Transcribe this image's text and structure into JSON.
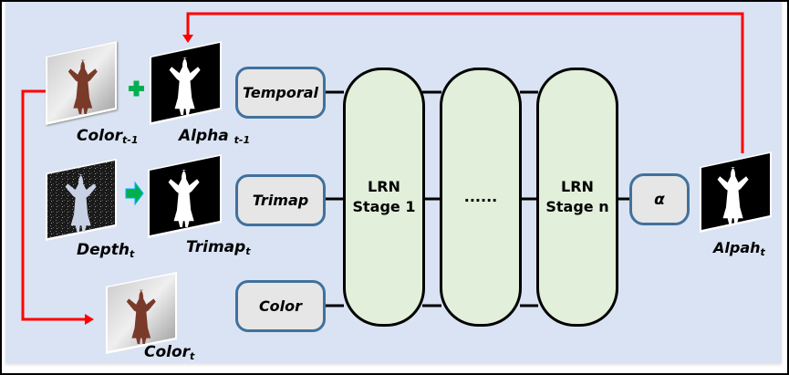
{
  "inputs": {
    "color_prev": {
      "label": "Color",
      "sub": "t-1",
      "icon": "photo-color-frame"
    },
    "alpha_prev": {
      "label": "Alpha ",
      "sub": "t-1",
      "icon": "alpha-matte-frame"
    },
    "depth": {
      "label": "Depth",
      "sub": "t",
      "icon": "depth-frame"
    },
    "trimap": {
      "label": "Trimap",
      "sub": "t",
      "icon": "trimap-frame"
    },
    "color_cur": {
      "label": "Color",
      "sub": "t",
      "icon": "photo-color-frame"
    }
  },
  "operators": {
    "plus": "+",
    "arrow": "➡"
  },
  "branch_boxes": [
    "Temporal",
    "Trimap",
    "Color"
  ],
  "stages": [
    {
      "line1": "LRN",
      "line2": "Stage 1"
    },
    {
      "line1": "......",
      "line2": ""
    },
    {
      "line1": "LRN",
      "line2": "Stage n"
    }
  ],
  "output_box": "α",
  "output": {
    "label": "Alpah",
    "sub": "t",
    "icon": "alpha-matte-frame"
  },
  "colors": {
    "background": "#dae3f3",
    "feedback_arrow": "#ff0000",
    "stage_fill": "#e2efda",
    "box_border": "#41719c",
    "box_fill": "#e7e6e6",
    "plus": "#00b050"
  }
}
